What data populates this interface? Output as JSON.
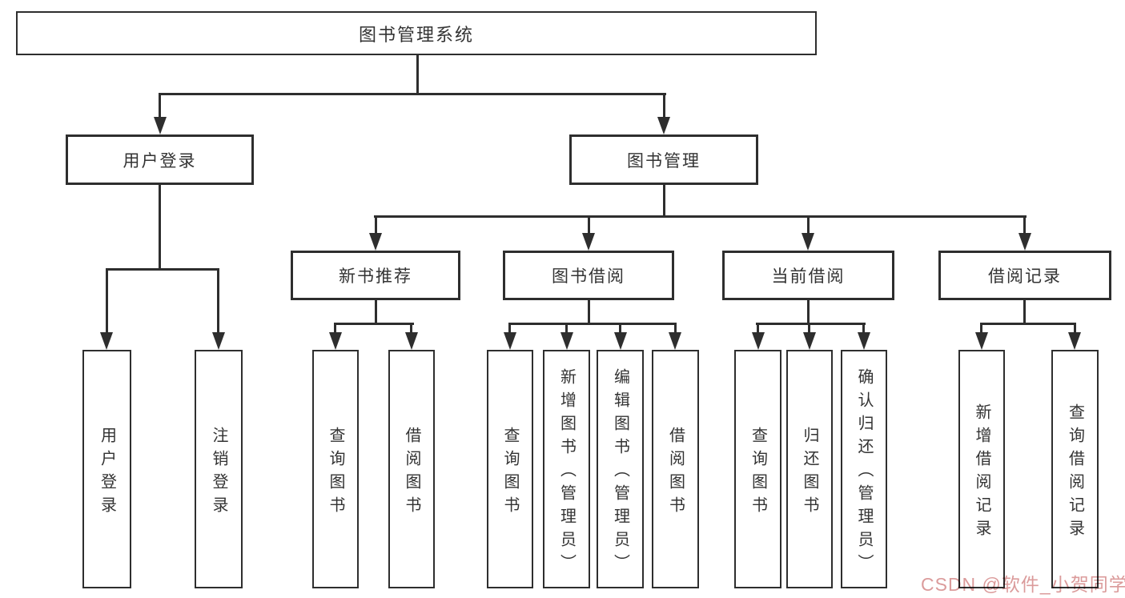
{
  "diagram_title": "图书管理系统",
  "tree": {
    "label": "图书管理系统",
    "children": [
      {
        "label": "用户登录",
        "children": [
          {
            "label": "用户登录"
          },
          {
            "label": "注销登录"
          }
        ]
      },
      {
        "label": "图书管理",
        "children": [
          {
            "label": "新书推荐",
            "children": [
              {
                "label": "查询图书"
              },
              {
                "label": "借阅图书"
              }
            ]
          },
          {
            "label": "图书借阅",
            "children": [
              {
                "label": "查询图书"
              },
              {
                "label": "新增图书（管理员）"
              },
              {
                "label": "编辑图书（管理员）"
              },
              {
                "label": "借阅图书"
              }
            ]
          },
          {
            "label": "当前借阅",
            "children": [
              {
                "label": "查询图书"
              },
              {
                "label": "归还图书"
              },
              {
                "label": "确认归还（管理员）"
              }
            ]
          },
          {
            "label": "借阅记录",
            "children": [
              {
                "label": "新增借阅记录"
              },
              {
                "label": "查询借阅记录"
              }
            ]
          }
        ]
      }
    ]
  },
  "watermark": {
    "text": "CSDN @软件_小贺同学"
  },
  "colors": {
    "line": "#2e2e2e",
    "text": "#333333",
    "box_background": "#ffffff",
    "watermark": "#db9b9b"
  }
}
